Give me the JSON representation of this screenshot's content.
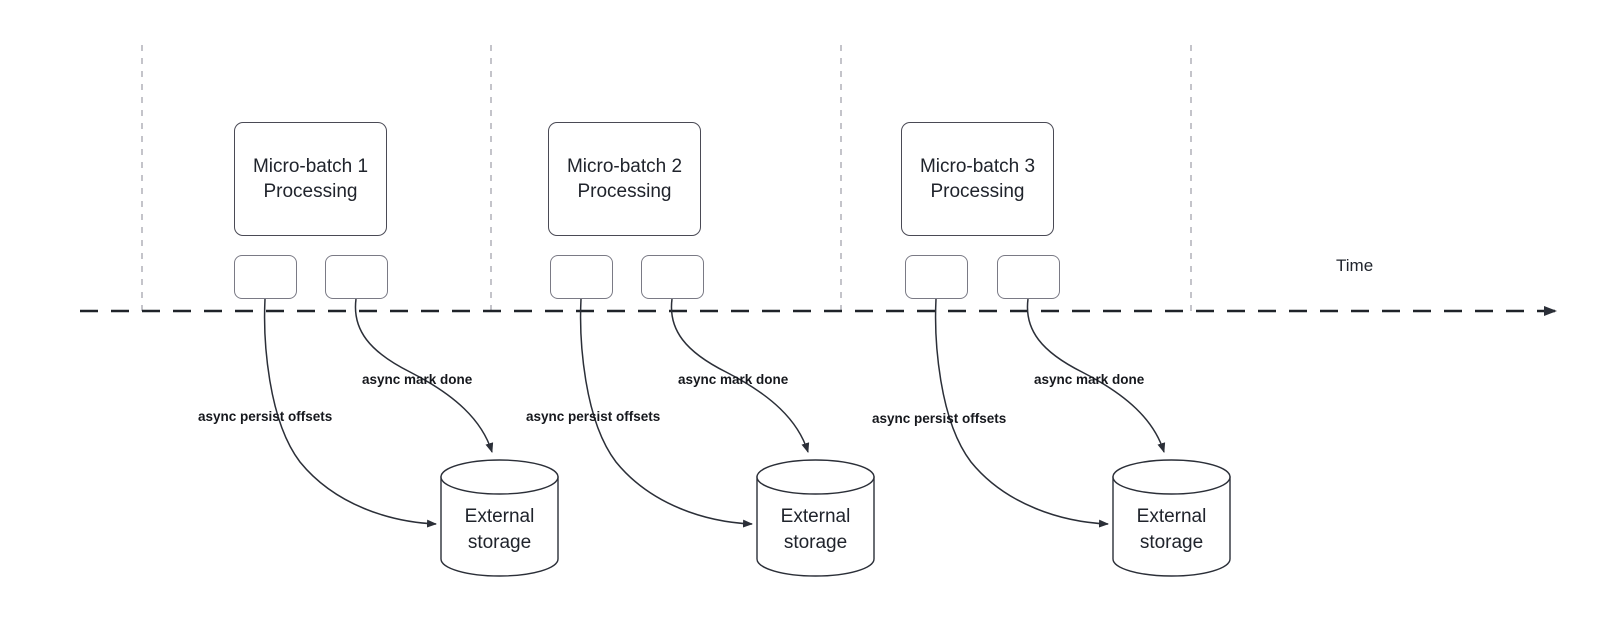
{
  "diagram": {
    "title_axis": "Time",
    "colors": {
      "stroke": "#4a4a55",
      "light_stroke": "#7a7a85",
      "dashed_guide": "#b5b5bd",
      "timeline": "#1f2329",
      "text": "#20242c",
      "label_text": "#16181d",
      "background": "#ffffff"
    },
    "groups": [
      {
        "batch_label": "Micro-batch 1\nProcessing",
        "box1": "",
        "box2": "",
        "storage_label": "External\nstorage",
        "persist_label": "async persist offsets",
        "mark_done_label": "async mark done"
      },
      {
        "batch_label": "Micro-batch 2\nProcessing",
        "box1": "",
        "box2": "",
        "storage_label": "External\nstorage",
        "persist_label": "async persist offsets",
        "mark_done_label": "async mark done"
      },
      {
        "batch_label": "Micro-batch 3\nProcessing",
        "box1": "",
        "box2": "",
        "storage_label": "External\nstorage",
        "persist_label": "async persist offsets",
        "mark_done_label": "async mark done"
      }
    ]
  }
}
